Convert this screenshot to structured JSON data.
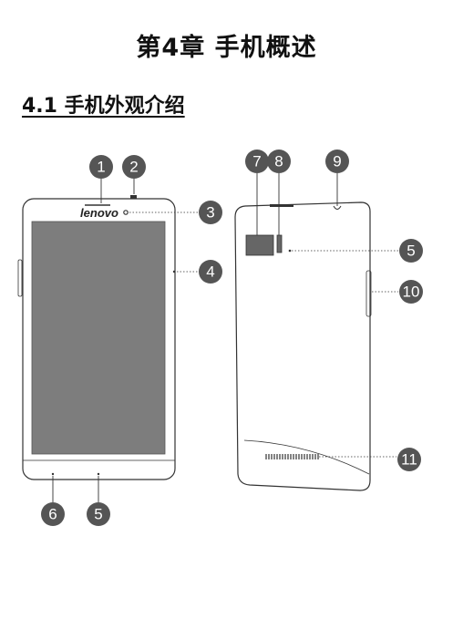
{
  "chapter": {
    "title": "第4章  手机概述"
  },
  "section": {
    "title": "4.1  手机外观介绍"
  },
  "front": {
    "brand": "lenovo"
  },
  "callouts": {
    "c1": "1",
    "c2": "2",
    "c3": "3",
    "c4": "4",
    "c5_bottom": "5",
    "c6": "6",
    "c7": "7",
    "c8": "8",
    "c9": "9",
    "c5_back": "5",
    "c10": "10",
    "c11": "11"
  },
  "colors": {
    "callout": "#555555",
    "screen": "#7d7d7d",
    "outline": "#333333"
  }
}
